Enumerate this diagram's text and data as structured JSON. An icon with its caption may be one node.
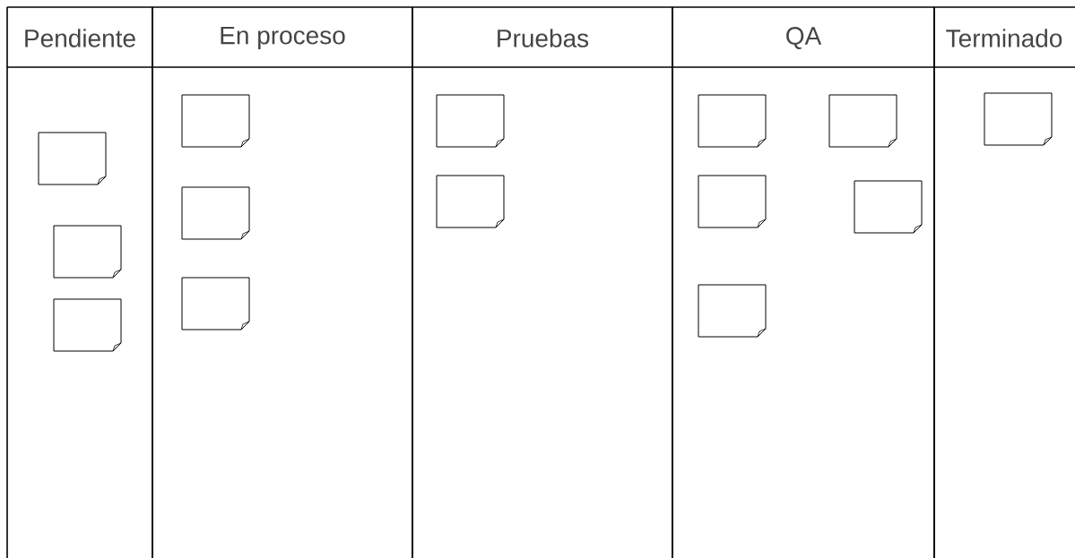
{
  "diagram": {
    "nodes": [
      {
        "text": [
          "Pendiente"
        ]
      },
      {
        "text": [
          "En proceso"
        ]
      },
      {
        "text": [
          "Pruebas"
        ]
      },
      {
        "text": [
          "QA"
        ]
      },
      {
        "text": [
          "Terminado"
        ]
      },
      {
        "text": [],
        "shape": "note",
        "in": 0
      },
      {
        "text": [],
        "shape": "note",
        "in": 0
      },
      {
        "text": [],
        "shape": "note",
        "in": 0
      },
      {
        "text": [],
        "shape": "note",
        "in": 1
      },
      {
        "text": [],
        "shape": "note",
        "in": 1
      },
      {
        "text": [],
        "shape": "note",
        "in": 1
      },
      {
        "text": [],
        "shape": "note",
        "in": 2
      },
      {
        "text": [],
        "shape": "note",
        "in": 2
      },
      {
        "text": [],
        "shape": "note",
        "in": 3
      },
      {
        "text": [],
        "shape": "note",
        "in": 3
      },
      {
        "text": [],
        "shape": "note",
        "in": 3
      },
      {
        "text": [],
        "shape": "note",
        "in": 3
      },
      {
        "text": [],
        "shape": "note",
        "in": 3
      },
      {
        "text": [],
        "shape": "note",
        "in": 4
      }
    ],
    "edges": []
  }
}
